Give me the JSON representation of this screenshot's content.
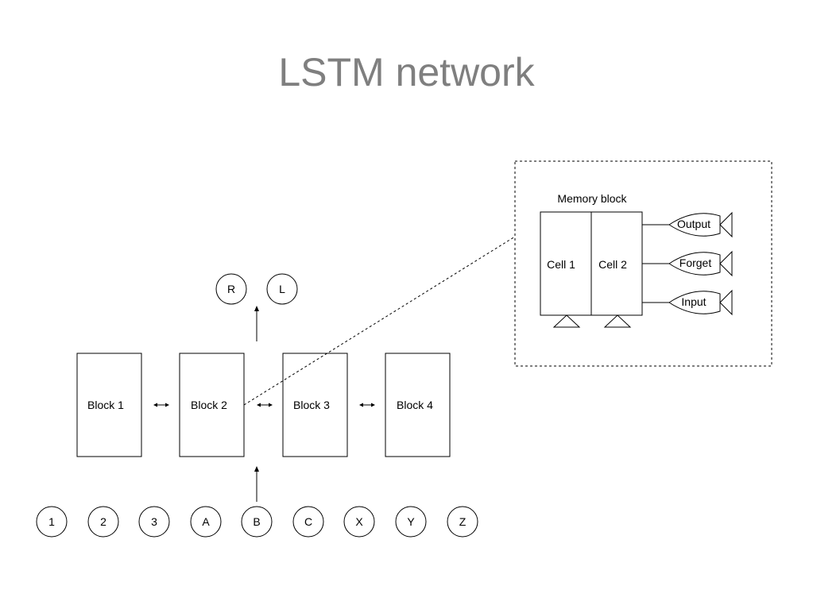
{
  "title": "LSTM network",
  "blocks": [
    "Block 1",
    "Block 2",
    "Block 3",
    "Block 4"
  ],
  "outputs": [
    "R",
    "L"
  ],
  "inputs": [
    "1",
    "2",
    "3",
    "A",
    "B",
    "C",
    "X",
    "Y",
    "Z"
  ],
  "memory_block": {
    "label": "Memory block",
    "cells": [
      "Cell 1",
      "Cell 2"
    ],
    "gates": [
      "Output",
      "Forget",
      "Input"
    ]
  }
}
